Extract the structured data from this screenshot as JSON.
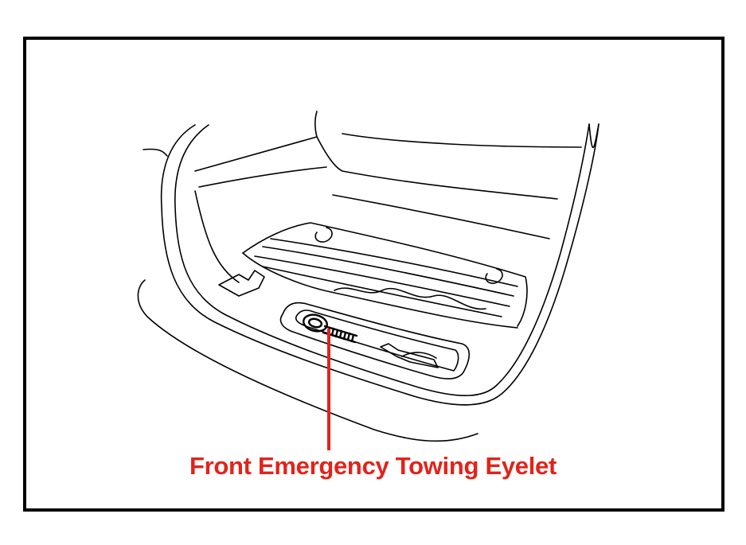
{
  "caption": {
    "text": "Front Emergency Towing Eyelet"
  },
  "colors": {
    "caption": "#e2231a",
    "leader_line": "#e2231a",
    "frame": "#000000",
    "line_art": "#000000",
    "background": "#ffffff"
  },
  "illustration": {
    "subject": "front trunk with tool tray and towing eyelet",
    "icon": "car-trunk-line-art"
  }
}
